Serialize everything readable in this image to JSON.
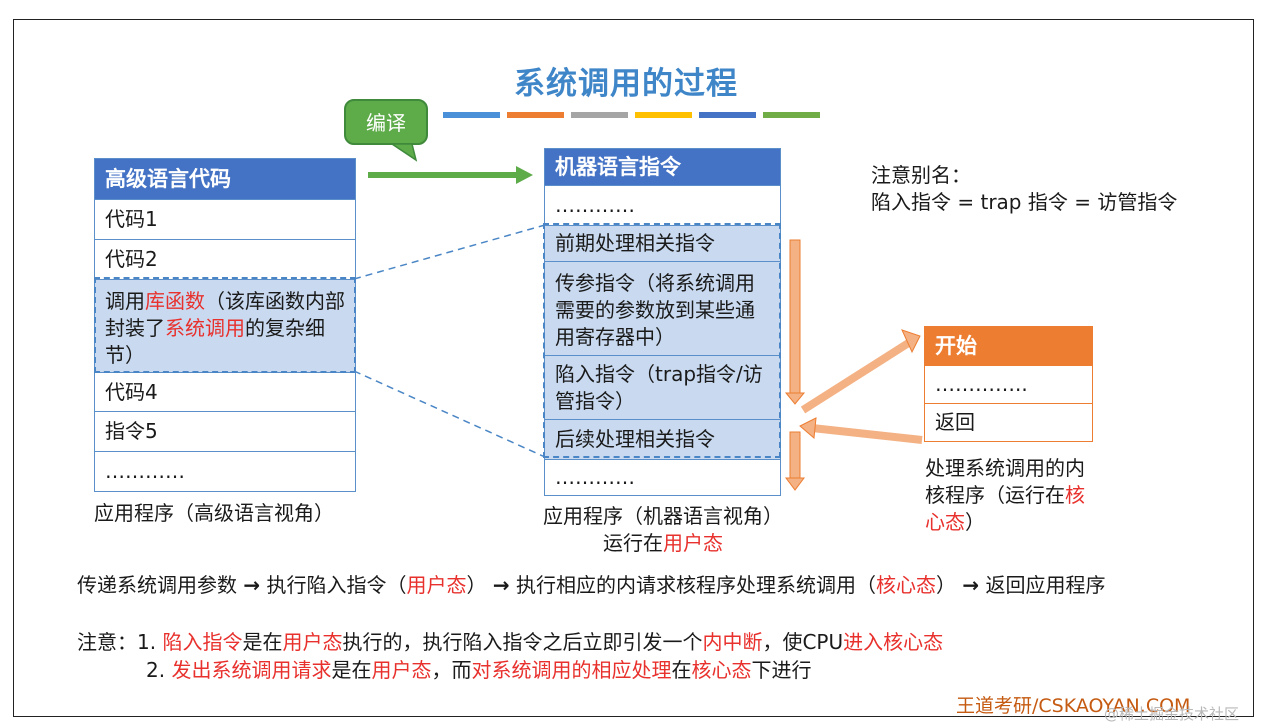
{
  "title": "系统调用的过程",
  "accent_colors": [
    "#4a90d9",
    "#ed7d31",
    "#a5a5a5",
    "#ffc000",
    "#4472c4",
    "#70ad47"
  ],
  "callout": "编译",
  "left_table": {
    "header": "高级语言代码",
    "rows": {
      "r1": "代码1",
      "r2": "代码2",
      "r3_a": "调用",
      "r3_b": "库函数",
      "r3_c": "（该库函数内部封装了",
      "r3_d": "系统调用",
      "r3_e": "的复杂细节）",
      "r4": "代码4",
      "r5": "指令5",
      "r6": "…………"
    },
    "caption": "应用程序（高级语言视角）"
  },
  "mid_table": {
    "header": "机器语言指令",
    "rows": {
      "r1": "…………",
      "r2": "前期处理相关指令",
      "r3": "传参指令（将系统调用需要的参数放到某些通用寄存器中）",
      "r4": "陷入指令（trap指令/访管指令）",
      "r5": "后续处理相关指令",
      "r6": "…………"
    },
    "caption_line1": "应用程序（机器语言视角）",
    "caption_line2_a": "运行在",
    "caption_line2_b": "用户态"
  },
  "alias_note": {
    "line1": "注意别名：",
    "line2": "陷入指令 = trap 指令 = 访管指令"
  },
  "right_table": {
    "header": "开始",
    "rows": {
      "r1": "…………..",
      "r2": "返回"
    },
    "caption_a": "处理系统调用的内核程序（运行在",
    "caption_b": "核心态",
    "caption_c": "）"
  },
  "flow": {
    "p1": "传递系统调用参数 ",
    "arrow": "→",
    "p2": " 执行陷入指令（",
    "p3": "用户态",
    "p4": "） ",
    "p5": " 执行相应的内请求核程序处理系统调用（",
    "p6": "核心态",
    "p7": "） ",
    "p8": " 返回应用程序"
  },
  "notes": {
    "label": "注意：",
    "n1": {
      "num": "1. ",
      "a": "陷入指令",
      "b": "是在",
      "c": "用户态",
      "d": "执行的，执行陷入指令之后立即引发一个",
      "e": "内中断",
      "f": "，使CPU",
      "g": "进入核心态"
    },
    "n2": {
      "num": "2. ",
      "a": "发出系统调用请求",
      "b": "是在",
      "c": "用户态",
      "d": "，而",
      "e": "对系统调用的相应处理",
      "f": "在",
      "g": "核心态",
      "h": "下进行"
    }
  },
  "footer": {
    "brand": "王道考研/CSKAOYAN.COM",
    "watermark": "@稀土掘金技术社区"
  }
}
